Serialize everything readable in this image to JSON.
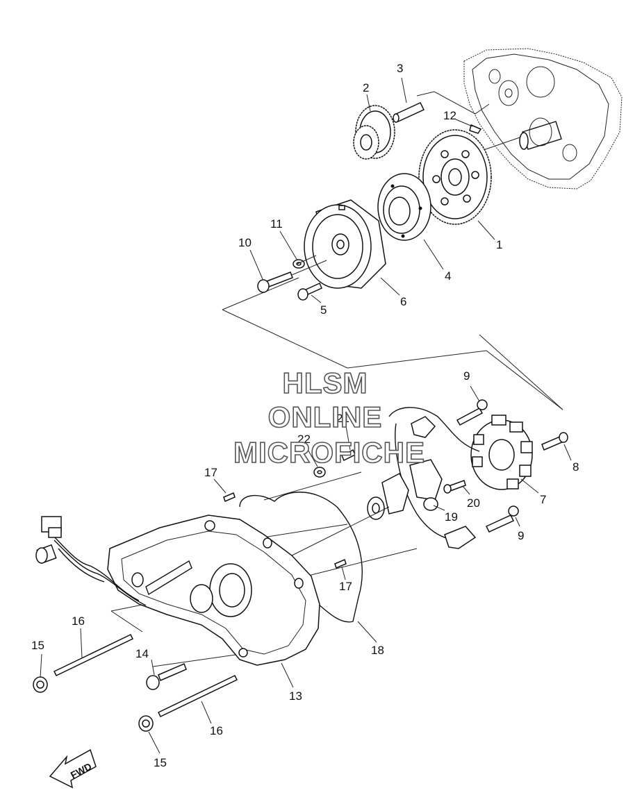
{
  "watermark": {
    "line1": "HLSM",
    "line2": "ONLINE",
    "line3": "MICROFICHE"
  },
  "fwd_label": "FWD",
  "callouts": [
    {
      "id": "c1",
      "label": "1"
    },
    {
      "id": "c2",
      "label": "2"
    },
    {
      "id": "c3",
      "label": "3"
    },
    {
      "id": "c4",
      "label": "4"
    },
    {
      "id": "c5",
      "label": "5"
    },
    {
      "id": "c6",
      "label": "6"
    },
    {
      "id": "c7",
      "label": "7"
    },
    {
      "id": "c8",
      "label": "8"
    },
    {
      "id": "c9a",
      "label": "9"
    },
    {
      "id": "c9b",
      "label": "9"
    },
    {
      "id": "c10",
      "label": "10"
    },
    {
      "id": "c11",
      "label": "11"
    },
    {
      "id": "c12",
      "label": "12"
    },
    {
      "id": "c13",
      "label": "13"
    },
    {
      "id": "c14",
      "label": "14"
    },
    {
      "id": "c15a",
      "label": "15"
    },
    {
      "id": "c15b",
      "label": "15"
    },
    {
      "id": "c16a",
      "label": "16"
    },
    {
      "id": "c16b",
      "label": "16"
    },
    {
      "id": "c17a",
      "label": "17"
    },
    {
      "id": "c17b",
      "label": "17"
    },
    {
      "id": "c18",
      "label": "18"
    },
    {
      "id": "c19",
      "label": "19"
    },
    {
      "id": "c20",
      "label": "20"
    },
    {
      "id": "c21",
      "label": "21"
    },
    {
      "id": "c22",
      "label": "22"
    }
  ]
}
